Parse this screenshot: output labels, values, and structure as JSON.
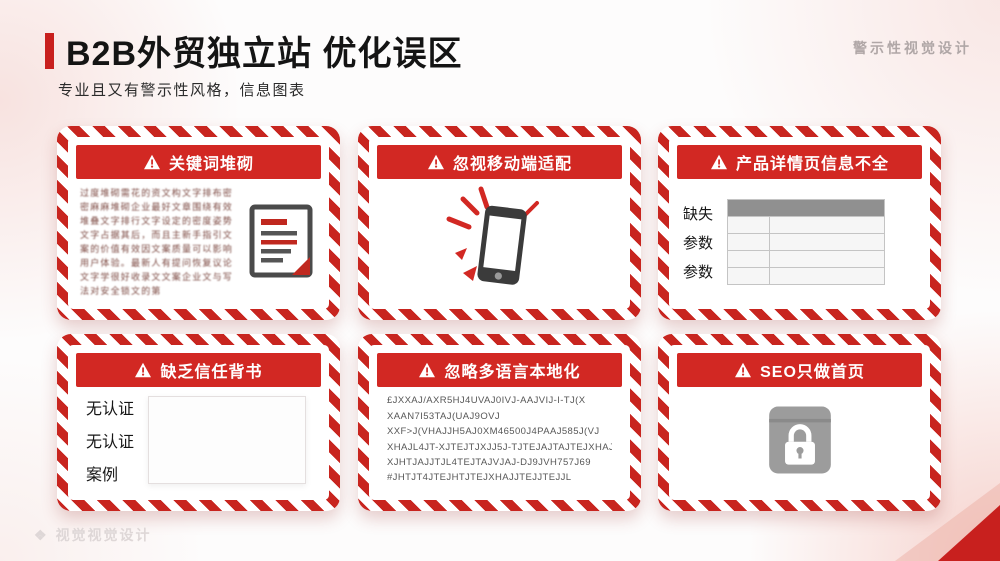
{
  "colors": {
    "accent_red": "#C8201E",
    "header_red": "#D22823",
    "stripe_red": "#C8251F",
    "table_header_gray": "#909090"
  },
  "header": {
    "title": "B2B外贸独立站 优化误区",
    "subtitle": "专业且又有警示性风格，信息图表",
    "corner_label": "警示性视觉设计"
  },
  "watermark": {
    "icon": "❖",
    "text": "视觉视觉设计"
  },
  "cards": [
    {
      "title": "关键词堆砌",
      "icon": "warning-triangle",
      "blurred_text": "过度堆砌需花的资文构文字排布密密麻麻堆砌企业最好文章围绕有效堆叠文字排行文字设定的密度姿势文字占据其后，而且主新手指引文案的价值有效因文案质量可以影响用户体验。最新人有提问恢复议论文字学很好收录文文案企业文与写法对安全锁文的第"
    },
    {
      "title": "忽视移动端适配",
      "icon": "warning-triangle",
      "illustration": "broken-phone"
    },
    {
      "title": "产品详情页信息不全",
      "icon": "warning-triangle",
      "labels": [
        "缺失",
        "参数",
        "参数"
      ],
      "illustration": "data-table"
    },
    {
      "title": "缺乏信任背书",
      "icon": "warning-triangle",
      "labels": [
        "无认证",
        "无认证",
        "案例"
      ],
      "illustration": "empty-box"
    },
    {
      "title": "忽略多语言本地化",
      "icon": "warning-triangle",
      "lines": [
        "£JXXAJ/AXR5HJ4UVAJ0IVJ-AAJVIJ-I-TJ(X",
        "XAAN7I53TAJ(UAJ9OVJ",
        "XXF>J(VHAJJH5AJ0XM46500J4PAAJ585J(VJ",
        "XHAJL4JT-XJTEJTJXJJ5J-TJTEJAJTAJTEJXHAJ",
        "XJHTJAJJTJL4TEJTAJVJAJ-DJ9JVH757J69",
        "#JHTJT4JTEJHTJTEJXHAJJTEJJTEJJL"
      ]
    },
    {
      "title": "SEO只做首页",
      "icon": "warning-triangle",
      "illustration": "locked-page"
    }
  ]
}
